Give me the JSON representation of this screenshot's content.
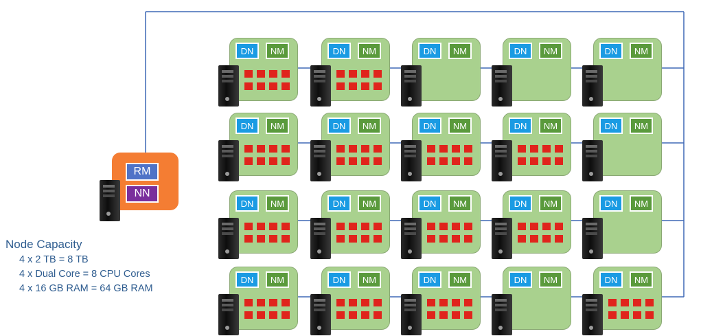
{
  "master": {
    "services": [
      "RM",
      "NN"
    ]
  },
  "node_capacity": {
    "title": "Node Capacity",
    "lines": [
      "4 x 2 TB = 8 TB",
      "4 x Dual Core = 8 CPU Cores",
      "4 x 16 GB RAM = 64 GB RAM"
    ]
  },
  "worker_labels": {
    "datanode": "DN",
    "nodemanager": "NM"
  },
  "cluster": {
    "rows": 4,
    "cols": 5,
    "cores_per_node": [
      [
        8,
        8,
        0,
        0,
        0
      ],
      [
        8,
        8,
        8,
        8,
        0
      ],
      [
        8,
        8,
        8,
        8,
        0
      ],
      [
        8,
        8,
        8,
        0,
        8
      ]
    ]
  },
  "colors": {
    "wire": "#3f68b5",
    "master_box": "#f47d33",
    "rm": "#4f73c7",
    "nn": "#7a2f9c",
    "node_box": "#a9d18e",
    "dn": "#1a9be3",
    "nm": "#5a9a3c",
    "core": "#e0241c",
    "caption": "#2e5c8f"
  }
}
